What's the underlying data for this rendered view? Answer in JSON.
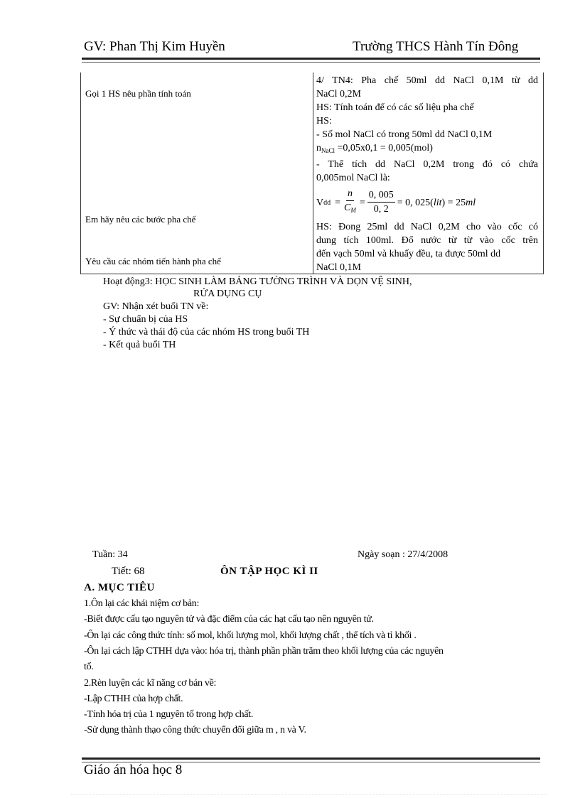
{
  "header": {
    "teacher": "GV: Phan Thị Kim Huyền",
    "school": "Trường THCS  Hành Tín Đông"
  },
  "table": {
    "left": [
      "Gọi 1 HS nêu phần tính  toán",
      "Em hãy nêu các bước pha chế",
      "Yêu cầu các nhóm  tiến  hành  pha chế"
    ],
    "right": {
      "line1": "4/ TN4: Pha chế 50ml dd NaCl 0,1M từ dd",
      "line2": "NaCl 0,2M",
      "line3": "HS: Tính  toán để có các số liệu  pha chế",
      "line4": "HS:",
      "line5": "- Số mol  NaCl có trong  50ml  dd NaCl 0,1M",
      "mol_n": "n",
      "mol_sub": "NaCl",
      "mol_rest": " =0,05x0,1 = 0,005(mol)",
      "line7": "- Thể tích dd NaCl 0,2M trong đó có chứa",
      "line8": "0,005mol  NaCl là:",
      "formula": {
        "lhs": "V",
        "lhs_sub": "dd",
        "eq1": "=",
        "f1_num": "n",
        "f1_den": "C",
        "f1_den_sub": "M",
        "eq2": "=",
        "f2_num": "0, 005",
        "f2_den": "0, 2",
        "rest": "= 0, 025(",
        "unit1": "lit",
        "rest2": ") = 25",
        "unit2": "ml"
      },
      "step1": "HS: Đong 25ml dd NaCl 0,2M cho vào cốc có",
      "step2": "dung  tích  100ml. Đổ nước từ từ vào cốc trên",
      "step3": "đến vạch 50ml và khuấy đều, ta được 50ml dd",
      "step4": "NaCl 0,1M"
    }
  },
  "activity3": {
    "title_line1": "Hoạt động3:  HỌC SINH LÀM BẢNG TƯỜNG TRÌNH VÀ DỌN VỆ SINH,",
    "title_line2": "RỬA DỤNG CỤ",
    "intro": "GV: Nhận xét buổi TN về:",
    "items": [
      "- Sự chuẩn  bị của HS",
      "- Ý thức và thái độ của các nhóm HS trong buổi TH",
      "- Kết quả buổi TH"
    ]
  },
  "lesson": {
    "week": "Tuần: 34",
    "date": "Ngày soạn : 27/4/2008",
    "period": "Tiết:  68",
    "title": "ÔN TẬP HỌC KÌ II",
    "section_a": "A. MỤC TIÊU",
    "lines": [
      "1.Ôn lại các khái niệm cơ bản:",
      "-Biết được cấu tạo nguyên tử và đặc điểm của các hạt cấu tạo nên nguyên tử.",
      "-Ôn lại các công thức tính: số mol, khối lượng mol, khối lượng chất , thể tích và tỉ khối .",
      "-Ôn lại cách lập CTHH dựa vào: hóa trị, thành phần phần trăm theo khối lượng của các nguyên",
      "tố.",
      "2.Rèn luyện các kĩ năng cơ bản về:",
      "-Lập CTHH của hợp chất.",
      "-Tính hóa trị của 1 nguyên tố trong hợp chất.",
      "-Sử dụng thành thạo công thức chuyển đổi giữa m , n và V."
    ]
  },
  "footer": {
    "text": "Giáo án hóa học 8"
  }
}
